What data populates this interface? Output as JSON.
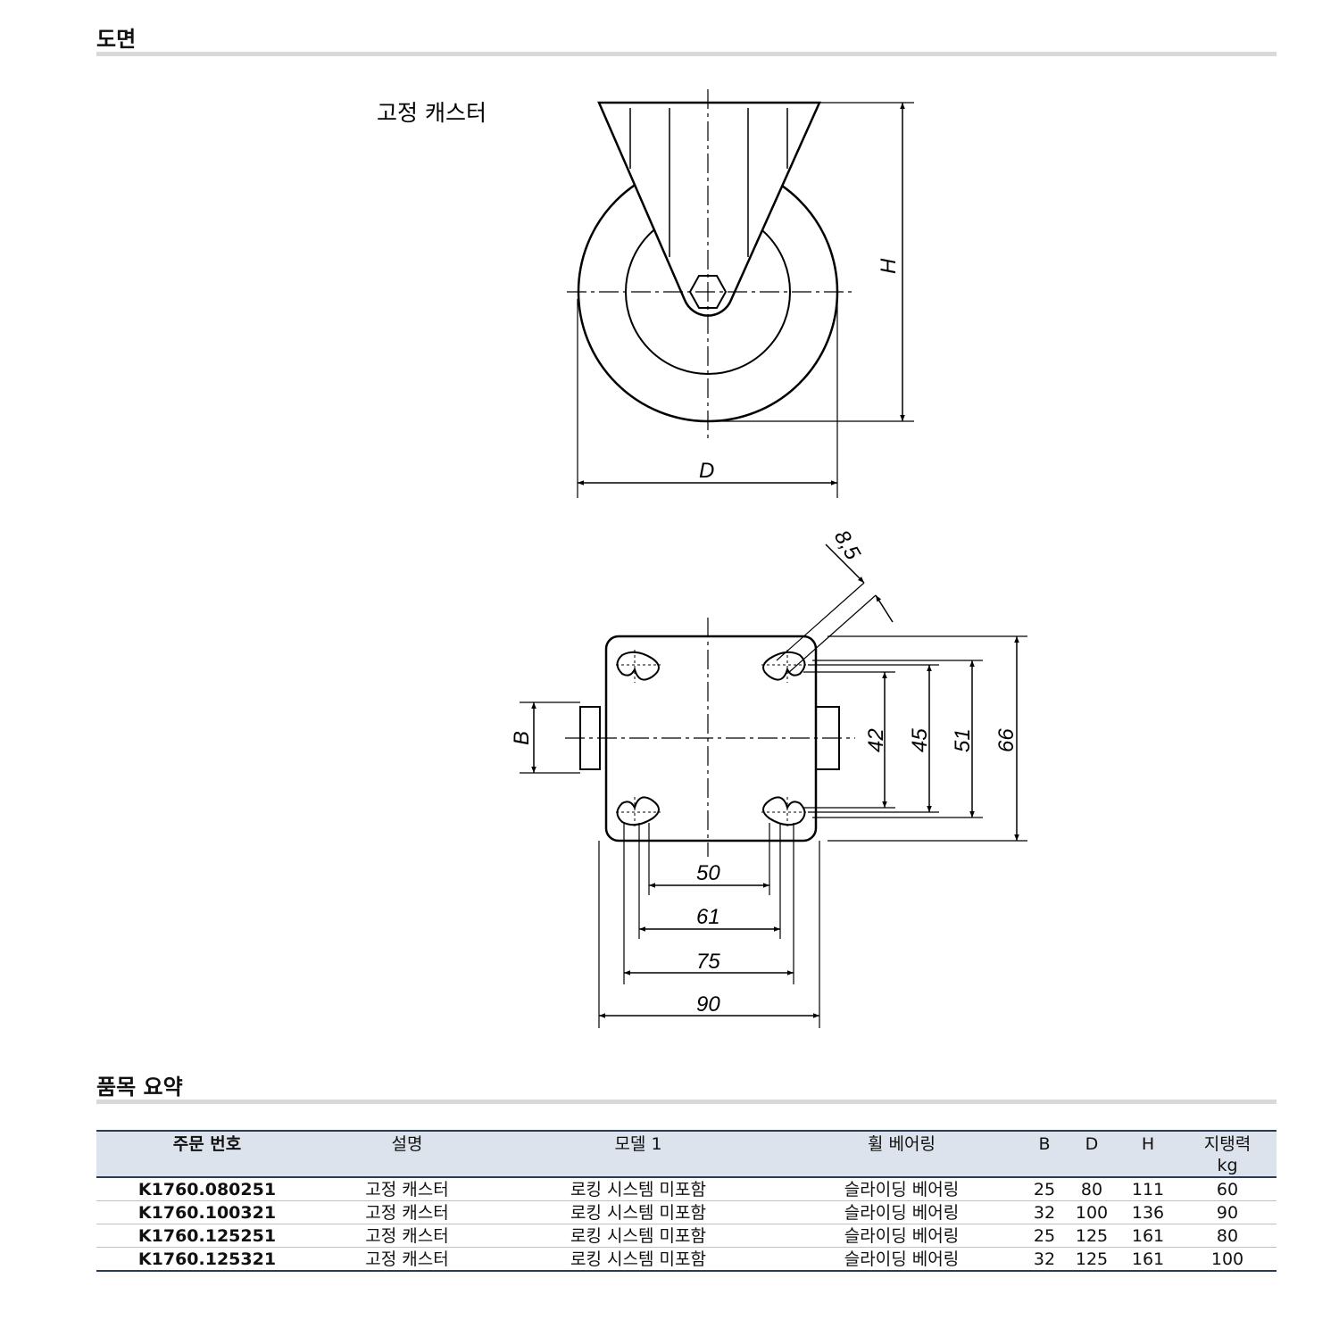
{
  "sections": {
    "drawing_title": "도면",
    "summary_title": "품목 요약"
  },
  "drawing": {
    "side_label": "고정 캐스터",
    "dims": {
      "h": "H",
      "d": "D",
      "b": "B",
      "slot": "8,5",
      "v42": "42",
      "v45": "45",
      "v51": "51",
      "v66": "66",
      "h50": "50",
      "h61": "61",
      "h75": "75",
      "h90": "90"
    }
  },
  "table": {
    "headers": {
      "order": "주문 번호",
      "desc": "설명",
      "model": "모델 1",
      "bearing": "휠 베어링",
      "b": "B",
      "d": "D",
      "h": "H",
      "load": "지탱력",
      "load_unit": "kg"
    },
    "rows": [
      {
        "order": "K1760.080251",
        "desc": "고정 캐스터",
        "model": "로킹 시스템 미포함",
        "bearing": "슬라이딩 베어링",
        "b": "25",
        "d": "80",
        "h": "111",
        "load": "60"
      },
      {
        "order": "K1760.100321",
        "desc": "고정 캐스터",
        "model": "로킹 시스템 미포함",
        "bearing": "슬라이딩 베어링",
        "b": "32",
        "d": "100",
        "h": "136",
        "load": "90"
      },
      {
        "order": "K1760.125251",
        "desc": "고정 캐스터",
        "model": "로킹 시스템 미포함",
        "bearing": "슬라이딩 베어링",
        "b": "25",
        "d": "125",
        "h": "161",
        "load": "80"
      },
      {
        "order": "K1760.125321",
        "desc": "고정 캐스터",
        "model": "로킹 시스템 미포함",
        "bearing": "슬라이딩 베어링",
        "b": "32",
        "d": "125",
        "h": "161",
        "load": "100"
      }
    ]
  }
}
